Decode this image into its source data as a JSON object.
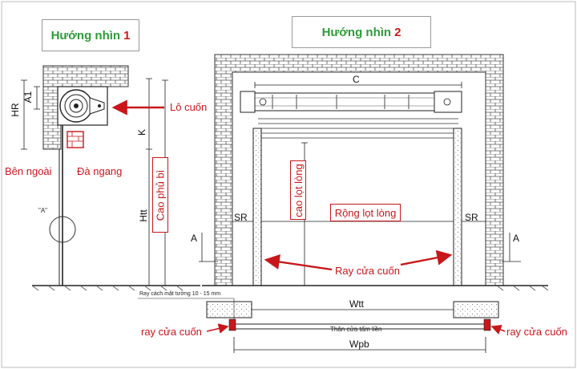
{
  "view1": {
    "title_text": "Hướng nhìn",
    "title_num": "1"
  },
  "view2": {
    "title_text": "Hướng nhìn",
    "title_num": "2"
  },
  "labels": {
    "lo_cuon": "Lô cuốn",
    "ben_ngoai": "Bên ngoài",
    "da_ngang": "Đà ngang",
    "cao_phu_bi": "Cao phủ bì",
    "cao_lot_long": "cao lọt lòng",
    "rong_lot_long": "Rộng lọt lòng",
    "ray_cua_cuon_center": "Ray cửa cuốn",
    "ray_cua_cuon_left": "ray cửa cuốn",
    "ray_cua_cuon_right": "ray cửa cuốn",
    "ray_cach": "Ray cách mặt tường 10 - 15 mm",
    "than_cua": "Thân cửa tấm liền",
    "detail_a": "\"A\""
  },
  "dimensions": {
    "hr": "HR",
    "a1": "A1",
    "k": "K",
    "htt": "Htt",
    "c": "C",
    "sr_left": "SR",
    "sr_right": "SR",
    "a_left": "A",
    "a_right": "A",
    "wtt": "Wtt",
    "wpb": "Wpb"
  },
  "colors": {
    "accent_red": "#c8161a",
    "title_green": "#2e9b3a",
    "line": "#222222",
    "brick": "#555555"
  }
}
